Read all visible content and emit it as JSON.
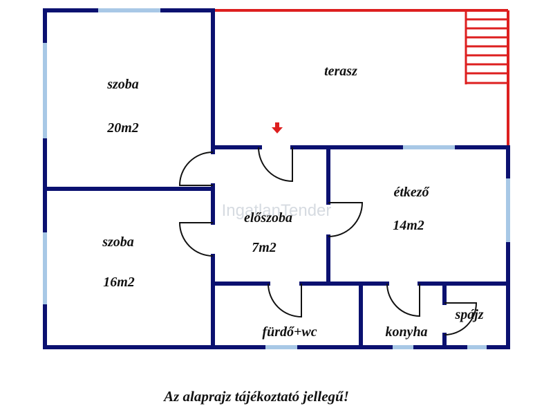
{
  "colors": {
    "wall": "#0b1170",
    "window": "#a8c8e6",
    "terrace": "#dd1f1f",
    "door": "#111111"
  },
  "icons": {
    "entrance_arrow": "arrow-down-icon",
    "stairs": "stairs-icon"
  },
  "rooms": {
    "szoba_top": {
      "name": "szoba",
      "area": "20m2"
    },
    "terasz": {
      "name": "terasz"
    },
    "szoba_bottom": {
      "name": "szoba",
      "area": "16m2"
    },
    "eloszoba": {
      "name": "előszoba",
      "area": "7m2"
    },
    "etkezo": {
      "name": "étkező",
      "area": "14m2"
    },
    "furdo": {
      "name": "fürdő+wc"
    },
    "konyha": {
      "name": "konyha"
    },
    "spajz": {
      "name": "spájz"
    }
  },
  "watermark": "IngatlanTender",
  "note": "Az alaprajz tájékoztató jellegű!"
}
